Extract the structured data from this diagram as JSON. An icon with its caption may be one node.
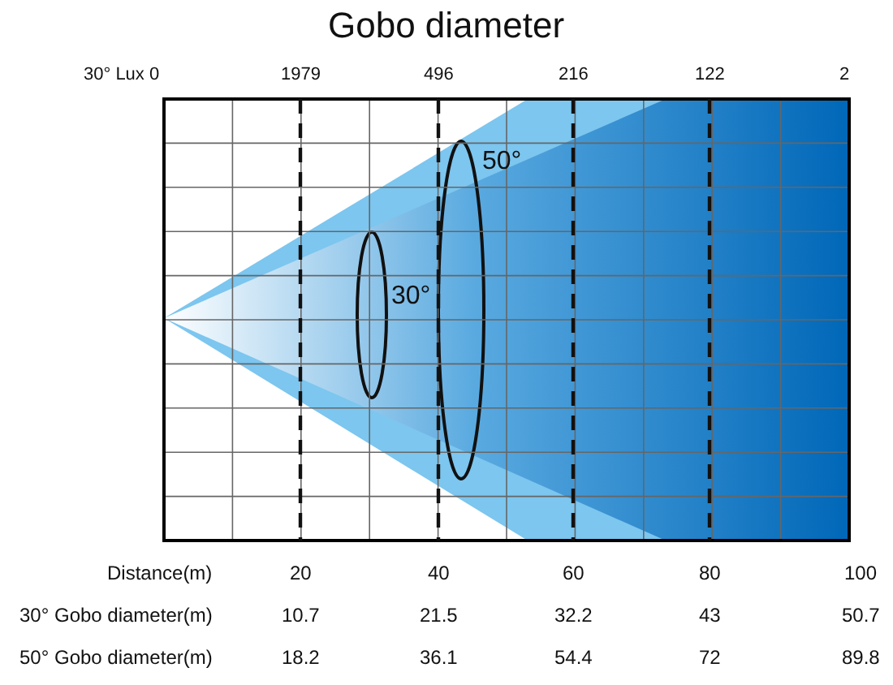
{
  "diagram": {
    "title": "Gobo diameter",
    "labels": [
      "30° Lux 0",
      "1979",
      "496",
      "216",
      "122",
      "2",
      "50°",
      "30°",
      "Distance(m)",
      "20",
      "40",
      "60",
      "80",
      "100",
      "30° Gobo diameter(m)",
      "10.7",
      "21.5",
      "32.2",
      "43",
      "50.7",
      "50° Gobo diameter(m)",
      "18.2",
      "36.1",
      "54.4",
      "72",
      "89.8"
    ]
  }
}
